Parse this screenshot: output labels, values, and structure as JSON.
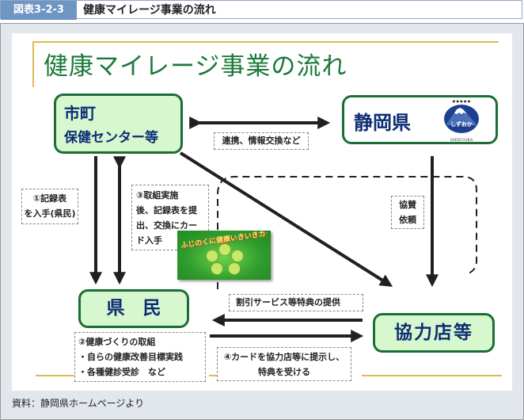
{
  "header": {
    "figure_number": "図表3-2-3",
    "title": "健康マイレージ事業の流れ"
  },
  "diagram": {
    "title": "健康マイレージ事業の流れ",
    "nodes": {
      "municipality": {
        "line1": "市町",
        "line2": "保健センター等"
      },
      "prefecture": {
        "label": "静岡県",
        "logo_text": "しずおか",
        "logo_caption": "SHIZUOKA"
      },
      "citizens": {
        "label": "県　民"
      },
      "partner_stores": {
        "label": "協力店等"
      }
    },
    "labels": {
      "cooperation": "連携、情報交換など",
      "step1_line1": "①記録表",
      "step1_line2": "を入手(県民)",
      "step3_line1": "③取組実施",
      "step3_line2": "後、記録表を提",
      "step3_line3": "出、交換にカー",
      "step3_line4": "ド入手",
      "sponsorship_line1": "協賛",
      "sponsorship_line2": "依頼",
      "discount": "割引サービス等特典の提供",
      "step2_line1": "②健康づくりの取組",
      "step2_line2": "・自らの健康改善目標実践",
      "step2_line3": "・各種健診受診　など",
      "step4_line1": "④カードを協力店等に提示し、",
      "step4_line2": "特典を受ける"
    },
    "card": {
      "title": "ふじのくに健康いきいきカード"
    }
  },
  "source": "資料：静岡県ホームページより"
}
